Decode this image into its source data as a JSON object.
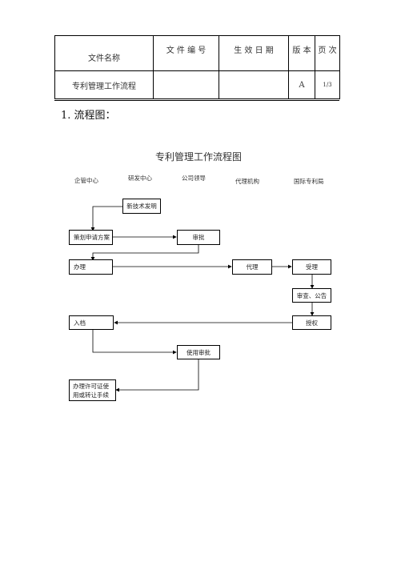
{
  "header": {
    "col_name": "文件名称",
    "col_doc_no": "文 件 编 号",
    "col_effective_date": "生 效 日 期",
    "col_version": "版 本",
    "col_page": "页 次",
    "doc_name": "专利管理工作流程",
    "doc_no": "",
    "effective_date": "",
    "version": "A",
    "page": "1/3"
  },
  "section_title": "1. 流程图：",
  "flowchart": {
    "title": "专利管理工作流程图",
    "lanes": [
      "企管中心",
      "研发中心",
      "公司领导",
      "代理机构",
      "国际专利局"
    ],
    "nodes": {
      "new_invention": "新技术发明",
      "plan_application": "策划申请方案",
      "approve": "审批",
      "handle": "办理",
      "agent": "代理",
      "accept": "受理",
      "review_publish": "审查、公告",
      "file": "入档",
      "grant": "授权",
      "use_approval": "使用审批",
      "license_line1": "办理许可证使",
      "license_line2": "用或转让手续"
    }
  }
}
